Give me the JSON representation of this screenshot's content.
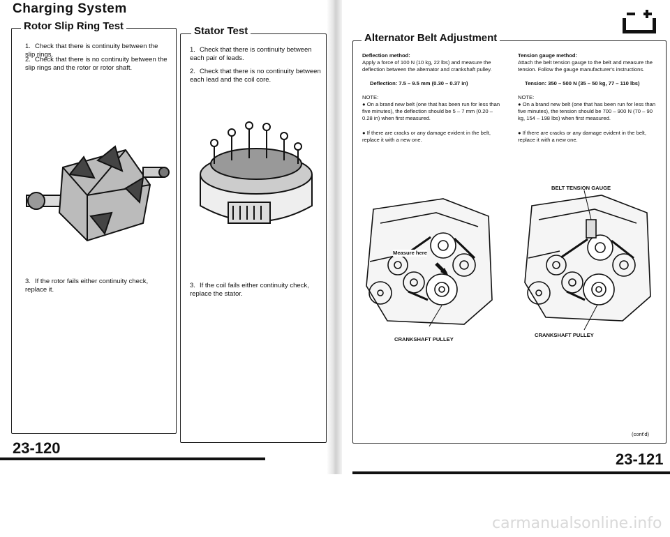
{
  "left_page": {
    "header": "Charging System",
    "rotor": {
      "title": "Rotor Slip Ring Test",
      "steps": [
        {
          "num": "1.",
          "text": "Check that there is continuity between the slip rings."
        },
        {
          "num": "2.",
          "text": "Check that there is no continuity between the slip rings and the rotor or rotor shaft."
        },
        {
          "num": "3.",
          "text": "If the rotor fails either continuity check, replace it."
        }
      ]
    },
    "stator": {
      "title": "Stator Test",
      "steps": [
        {
          "num": "1.",
          "text": "Check that there is continuity between each pair of leads."
        },
        {
          "num": "2.",
          "text": "Check that there is no continuity between each lead and the coil core."
        },
        {
          "num": "3.",
          "text": "If the coil fails either continuity check, replace the stator."
        }
      ]
    },
    "page_number": "23-120"
  },
  "right_page": {
    "title": "Alternator Belt Adjustment",
    "deflection": {
      "heading": "Deflection method:",
      "text": "Apply a force of 100 N (10 kg, 22 lbs) and measure the deflection between the alternator and crankshaft pulley.",
      "spec": "Deflection: 7.5 – 9.5 mm (0.30 – 0.37 in)",
      "note_label": "NOTE:",
      "notes": [
        "On a brand new belt (one that has been run for less than five minutes), the deflection should be 5 – 7 mm (0.20 – 0.28 in) when first measured.",
        "If there are cracks or any damage evident in the belt, replace it with a new one."
      ],
      "callout": "Measure here",
      "pulley_label": "CRANKSHAFT PULLEY"
    },
    "tension": {
      "heading": "Tension gauge method:",
      "text": "Attach the belt tension gauge to the belt and measure the tension. Follow the gauge manufacturer's instructions.",
      "spec": "Tension: 350 – 500 N (35 – 50 kg, 77 – 110 lbs)",
      "note_label": "NOTE:",
      "notes": [
        "On a brand new belt (one that has been run for less than five minutes), the tension should be 700 – 900 N (70 – 90 kg, 154 – 198 lbs) when first measured.",
        "If there are cracks or any damage evident in the belt, replace it with a new one."
      ],
      "gauge_label": "BELT TENSION GAUGE",
      "pulley_label": "CRANKSHAFT PULLEY"
    },
    "contd": "(cont'd)",
    "page_number": "23-121"
  },
  "footer": "carmanualsonline.info"
}
